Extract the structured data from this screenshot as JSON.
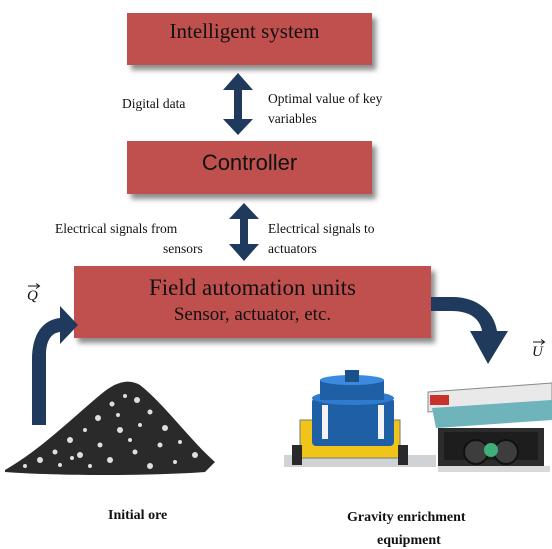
{
  "boxes": {
    "intelligent": "Intelligent system",
    "controller": "Controller",
    "field_title": "Field automation units",
    "field_subtitle": "Sensor, actuator, etc."
  },
  "labels": {
    "digital_data": "Digital data",
    "optimal_line1": "Optimal value of key",
    "optimal_line2": "variables",
    "from_sensors_line1": "Electrical signals  from",
    "from_sensors_line2": "sensors",
    "to_actuators_line1": "Electrical signals  to",
    "to_actuators_line2": "actuators"
  },
  "symbols": {
    "input": "Q",
    "output": "U"
  },
  "captions": {
    "initial_ore": "Initial ore",
    "equipment_line1": "Gravity enrichment",
    "equipment_line2": "equipment"
  },
  "colors": {
    "box_fill": "#c0504d",
    "arrow": "#1f3a5c",
    "equipment_blue": "#1f5fa6"
  }
}
